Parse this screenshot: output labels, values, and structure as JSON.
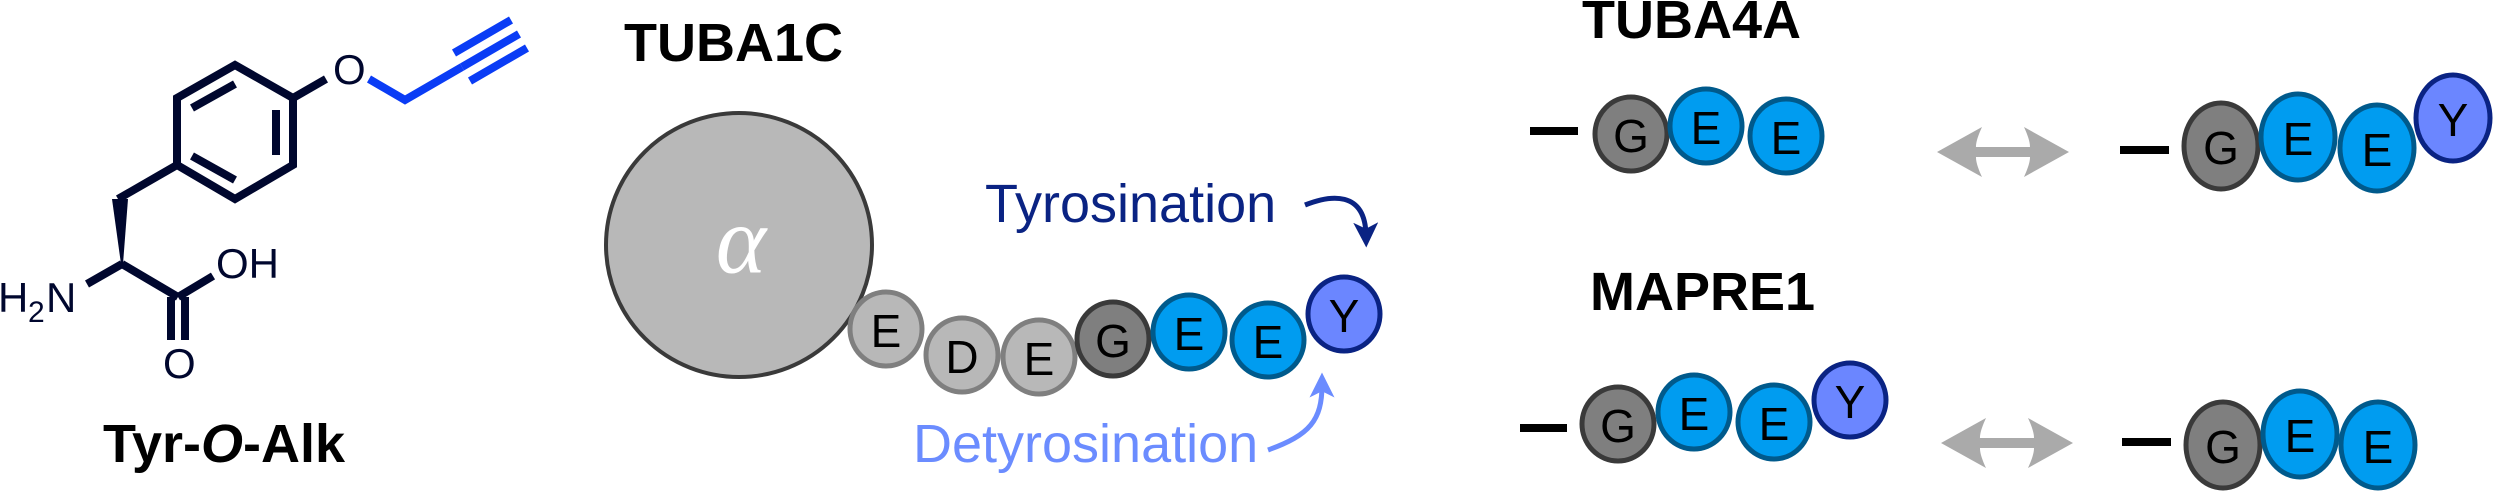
{
  "compound": {
    "name_parts": [
      "Tyr-",
      "O",
      "-Alk"
    ],
    "atoms": {
      "oxygen_ether": "O",
      "oxygen_carbonyl": "O",
      "hydroxyl": "OH",
      "amine_h": "H",
      "amine_sub": "2",
      "amine_n": "N"
    },
    "colors": {
      "skeleton": "#00072e",
      "alkyne": "#0a3cf5"
    }
  },
  "tuba1c": {
    "title": "TUBA1C",
    "core_label": "α",
    "tail": [
      "E",
      "D",
      "E",
      "G",
      "E",
      "E",
      "Y"
    ],
    "tyrosination_label": "Tyrosination",
    "detyrosination_label": "Detyrosination"
  },
  "tuba4a": {
    "title": "TUBA4A",
    "left_sequence": [
      "G",
      "E",
      "E"
    ],
    "right_sequence": [
      "G",
      "E",
      "E",
      "Y"
    ]
  },
  "mapre1": {
    "title": "MAPRE1",
    "left_sequence": [
      "G",
      "E",
      "E",
      "Y"
    ],
    "right_sequence": [
      "G",
      "E",
      "E"
    ]
  },
  "residue_colors": {
    "E_grey": {
      "fill": "#b8b8b8",
      "stroke": "#7f7f7f"
    },
    "D": {
      "fill": "#b8b8b8",
      "stroke": "#7f7f7f"
    },
    "G": {
      "fill": "#7f7f7f",
      "stroke": "#3a3a3a"
    },
    "E": {
      "fill": "#009cf0",
      "stroke": "#005a8c"
    },
    "Y": {
      "fill": "#6b86ff",
      "stroke": "#0a2383"
    },
    "alpha": {
      "fill": "#b8b8b8",
      "stroke": "#3a3a3a"
    },
    "exchange_arrow": "#aaaaaa",
    "tyrosination": "#0a2383",
    "detyrosination": "#6b8cff"
  }
}
